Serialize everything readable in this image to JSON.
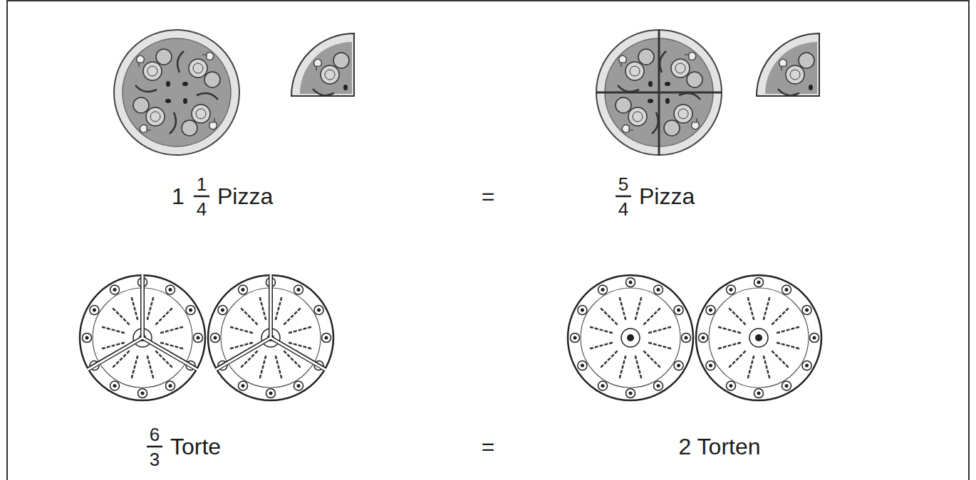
{
  "diagram": {
    "labels": [
      "1",
      "1",
      "4",
      "Pizza",
      "=",
      "5",
      "4",
      "Pizza",
      "6",
      "3",
      "Torte",
      "=",
      "2 Torten"
    ]
  }
}
